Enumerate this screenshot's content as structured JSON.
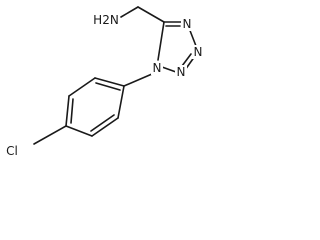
{
  "molecule": {
    "atoms": {
      "amine_nitrogen": "H2N",
      "tetrazole_n1": "N",
      "tetrazole_n2": "N",
      "tetrazole_n3": "N",
      "tetrazole_n4": "N",
      "chlorine": "Cl"
    }
  },
  "colors": {
    "ink": "#1a1a1a",
    "background": "#ffffff"
  }
}
